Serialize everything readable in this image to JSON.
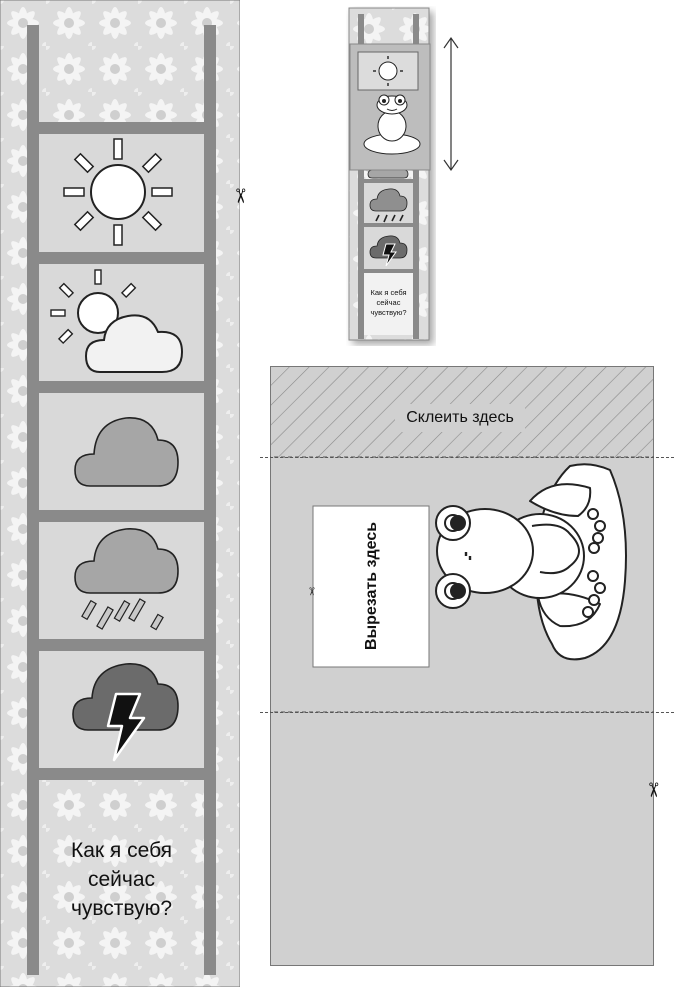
{
  "strip": {
    "mood_question": [
      "Как я себя",
      "сейчас",
      "чувствую?"
    ],
    "weather_icons": [
      "sun-icon",
      "sun-cloud-icon",
      "cloud-icon",
      "rain-cloud-icon",
      "thunder-cloud-icon"
    ]
  },
  "preview": {
    "mood_question": [
      "Как я себя",
      "сейчас",
      "чувствую?"
    ]
  },
  "panel": {
    "glue_label": "Склеить здесь",
    "cut_label": "Вырезать здесь"
  },
  "colors": {
    "strip_border": "#8a8a8a",
    "cell_fill": "#d9d9d9",
    "panel_fill": "#d0d0d0",
    "cloud_gray": "#a6a6a6",
    "storm_gray": "#6b6b6b"
  }
}
